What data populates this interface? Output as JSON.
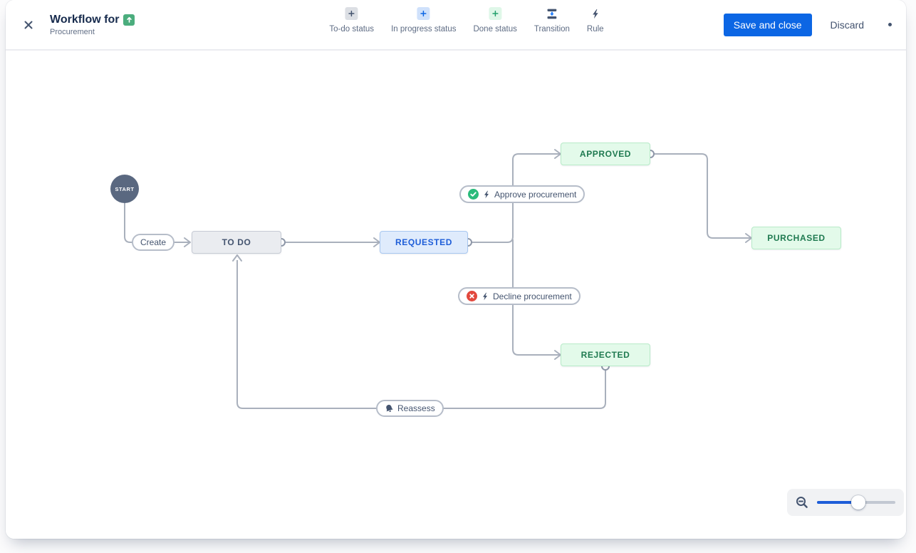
{
  "header": {
    "title": "Workflow for",
    "subtitle": "Procurement",
    "issue_type_icon": "improvement-arrow-up-icon",
    "toolbar": {
      "items": [
        {
          "label": "To-do status",
          "icon": "plus-icon",
          "chip_color": "#DCDFE4",
          "glyph_color": "#44546F"
        },
        {
          "label": "In progress status",
          "icon": "plus-icon",
          "chip_color": "#CFE1FB",
          "glyph_color": "#0C66E4"
        },
        {
          "label": "Done status",
          "icon": "plus-icon",
          "chip_color": "#DFF7E8",
          "glyph_color": "#22A06B"
        },
        {
          "label": "Transition",
          "icon": "transition-icon",
          "glyph_color": "#44546F"
        },
        {
          "label": "Rule",
          "icon": "lightning-icon",
          "glyph_color": "#44546F"
        }
      ]
    },
    "save_label": "Save and close",
    "discard_label": "Discard",
    "unsaved_indicator": "dot"
  },
  "diagram": {
    "start_label": "START",
    "statuses": [
      {
        "label": "TO DO",
        "category": "todo",
        "color": "gray"
      },
      {
        "label": "REQUESTED",
        "category": "in-progress",
        "color": "blue"
      },
      {
        "label": "APPROVED",
        "category": "done",
        "color": "green"
      },
      {
        "label": "PURCHASED",
        "category": "done",
        "color": "green"
      },
      {
        "label": "REJECTED",
        "category": "done",
        "color": "green"
      }
    ],
    "transitions": [
      {
        "label": "Create",
        "icons": []
      },
      {
        "label": "Approve procurement",
        "icons": [
          "approve-check-circle-icon",
          "rule-lightning-icon"
        ]
      },
      {
        "label": "Decline procurement",
        "icons": [
          "decline-x-circle-icon",
          "rule-lightning-icon"
        ]
      },
      {
        "label": "Reassess",
        "icons": [
          "notification-bell-icon"
        ]
      }
    ]
  },
  "zoom_control": {
    "zoom_out_icon": "magnifier-minus-icon",
    "slider_value_pct": 53,
    "fill_style": "width:53%",
    "thumb_style": "left:53%"
  },
  "colors": {
    "primary_blue": "#0C66E4",
    "success_green": "#22A06B",
    "danger_red": "#E2483D",
    "connector_gray": "#A9B0BC",
    "text_dark": "#172B4D",
    "text_subtle": "#44546F"
  }
}
